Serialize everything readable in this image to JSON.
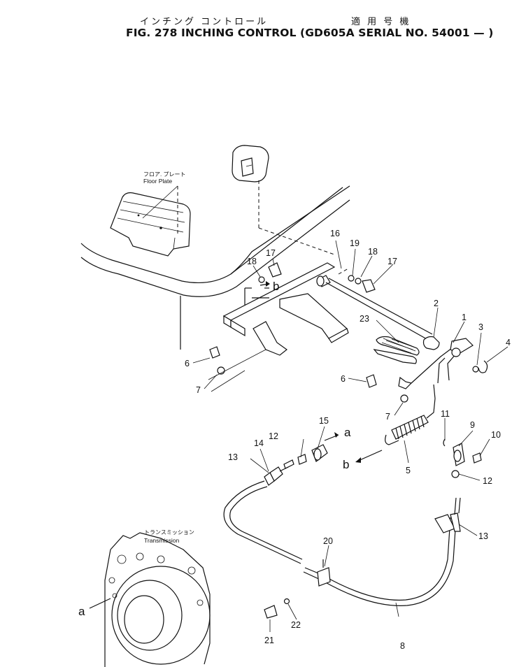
{
  "title_jp_left": "インチング コントロール",
  "title_jp_right": "適 用 号 機",
  "title": "FIG. 278  INCHING CONTROL (GD605A SERIAL NO. 54001 — )",
  "floor_plate_jp": "フロア. プレート",
  "floor_plate": "Floor Plate",
  "transmission_jp": "トランスミッション",
  "transmission": "Transmission",
  "ref_letters": {
    "a": "a",
    "b": "b"
  },
  "callouts": [
    "1",
    "2",
    "3",
    "4",
    "5",
    "6",
    "6",
    "7",
    "7",
    "8",
    "9",
    "10",
    "11",
    "12",
    "12",
    "13",
    "13",
    "14",
    "15",
    "16",
    "17",
    "17",
    "18",
    "18",
    "19",
    "20",
    "21",
    "22",
    "23"
  ]
}
